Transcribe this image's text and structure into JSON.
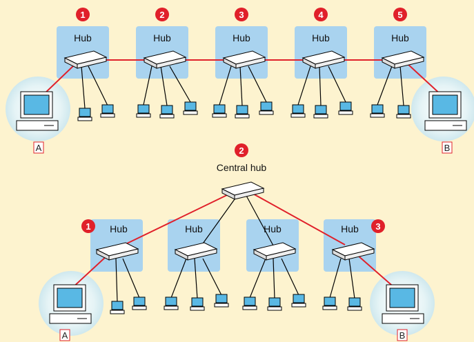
{
  "colors": {
    "background": "#fdf3cf",
    "hub_panel": "#a9d3ef",
    "link_red": "#e0202a",
    "badge_red": "#e0202a",
    "cable": "#000000"
  },
  "icons": {
    "hub": "hub-device-icon",
    "computer": "desktop-computer-icon",
    "hop": "red-number-badge"
  },
  "top": {
    "hub_label": "Hub",
    "hops": [
      "1",
      "2",
      "3",
      "4",
      "5"
    ],
    "endpoint_a": "A",
    "endpoint_b": "B"
  },
  "bottom": {
    "central_label": "Central hub",
    "central_hop": "2",
    "hub_label": "Hub",
    "hop_left": "1",
    "hop_right": "3",
    "endpoint_a": "A",
    "endpoint_b": "B"
  }
}
